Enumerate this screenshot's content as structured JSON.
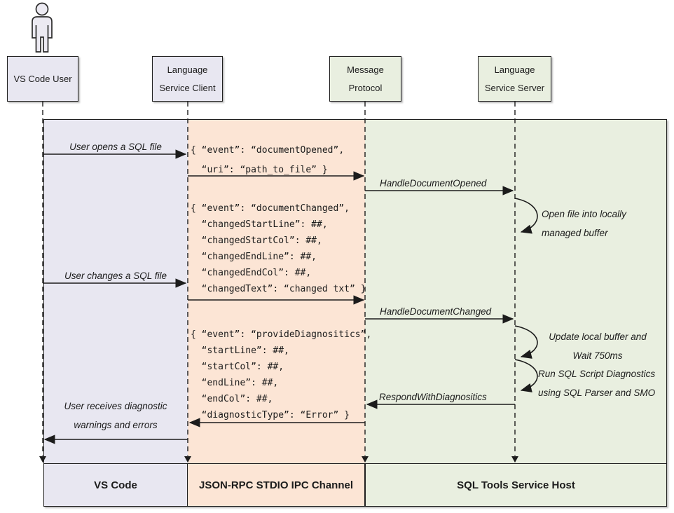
{
  "diagram": {
    "actors": {
      "user": "VS Code User",
      "client": "Language\nService Client",
      "protocol": "Message\nProtocol",
      "server": "Language\nService Server"
    },
    "messages": {
      "user_opens": "User opens a SQL file",
      "user_changes": "User changes a SQL file",
      "user_receives": "User receives diagnostic\nwarnings and errors",
      "handle_opened": "HandleDocumentOpened",
      "handle_changed": "HandleDocumentChanged",
      "respond_diag": "RespondWithDiagnositics",
      "loop_open_file": "Open file into locally\nmanaged buffer",
      "loop_update_wait": "Update local buffer and\nWait 750ms",
      "loop_run_diag": "Run SQL Script Diagnostics\nusing SQL Parser and SMO"
    },
    "payloads": {
      "document_opened": "{ “event”: “documentOpened”,\n  “uri”: “path_to_file” }",
      "document_changed": "{ “event”: “documentChanged”,\n  “changedStartLine”: ##,\n  “changedStartCol”: ##,\n  “changedEndLine”: ##,\n  “changedEndCol”: ##,\n  “changedText”: “changed txt” }",
      "provide_diagnostics": "{ “event”: “provideDiagnositics”,\n  “startLine”: ##,\n  “startCol”: ##,\n  “endLine”: ##,\n  “endCol”: ##,\n  “diagnosticType”: “Error” }"
    },
    "lanes": {
      "vscode": "VS Code",
      "ipc": "JSON-RPC STDIO IPC Channel",
      "host": "SQL Tools Service Host"
    },
    "colors": {
      "lavender": "#E8E7F1",
      "peach": "#FCE5D5",
      "green": "#E9EFE0",
      "line": "#1F1F1F"
    }
  }
}
